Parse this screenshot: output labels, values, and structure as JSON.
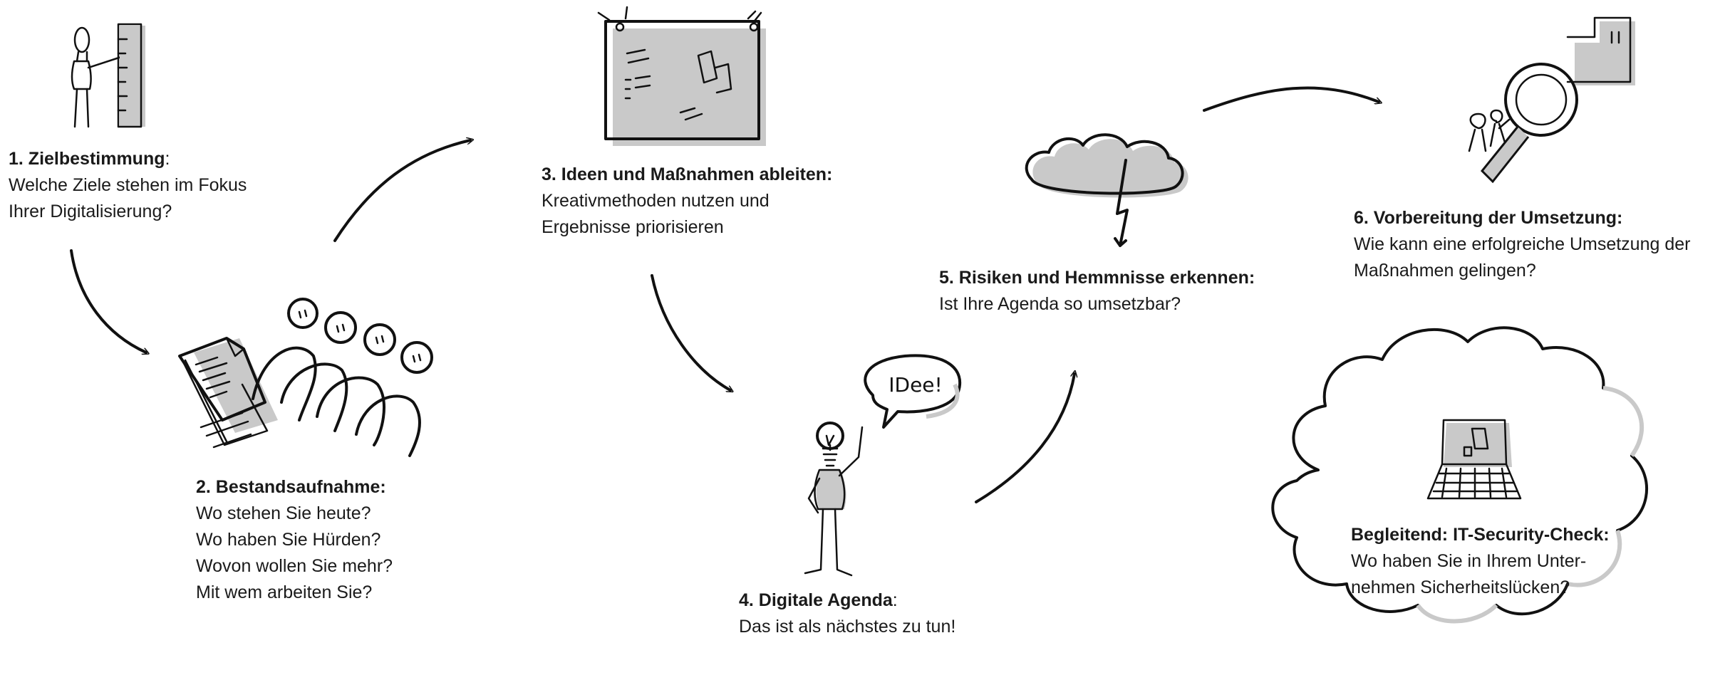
{
  "steps": [
    {
      "title": "1. Zielbestimmung",
      "title_suffix": ":",
      "lines": [
        "Welche Ziele stehen im Fokus",
        "Ihrer Digitalisierung?"
      ]
    },
    {
      "title": "2. Bestandsaufnahme:",
      "title_suffix": "",
      "lines": [
        "Wo stehen Sie heute?",
        "Wo haben Sie Hürden?",
        "Wovon wollen Sie mehr?",
        "Mit wem arbeiten Sie?"
      ]
    },
    {
      "title": "3. Ideen und Maßnahmen ableiten:",
      "title_suffix": "",
      "lines": [
        "Kreativmethoden nutzen und",
        "Ergebnisse priorisieren"
      ]
    },
    {
      "title": "4. Digitale Agenda",
      "title_suffix": ":",
      "lines": [
        "Das ist als nächstes zu tun!"
      ]
    },
    {
      "title": "5. Risiken und Hemmnisse erkennen:",
      "title_suffix": "",
      "lines": [
        "Ist Ihre Agenda so umsetzbar?"
      ]
    },
    {
      "title": "6. Vorbereitung der Umsetzung:",
      "title_suffix": "",
      "lines": [
        "Wie kann eine erfolgreiche Umsetzung der",
        "Maßnahmen gelingen?"
      ]
    }
  ],
  "security": {
    "title": "Begleitend: IT-Security-Check:",
    "lines": [
      "Wo haben Sie in Ihrem Unter-",
      "nehmen Sicherheitslücken?"
    ]
  },
  "speech_bubble_text": "IDee!",
  "colors": {
    "ink": "#111111",
    "shade": "#c9c9c9",
    "background": "#ffffff"
  }
}
